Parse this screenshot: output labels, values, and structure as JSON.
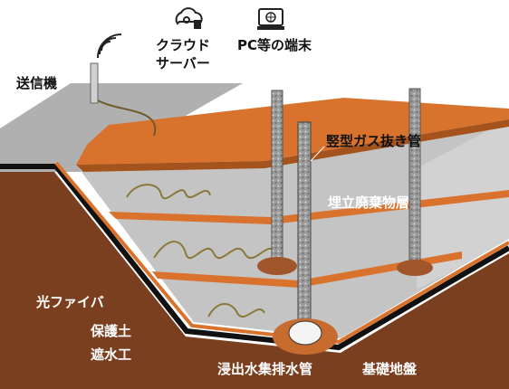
{
  "labels": {
    "transmitter": "送信機",
    "cloud_server_line1": "クラウド",
    "cloud_server_line2": "サーバー",
    "pc_terminal": "PC等の端末",
    "gas_vent_pipe": "竪型ガス抜き管",
    "landfill_waste_layer": "埋立廃棄物層",
    "optical_fiber": "光ファイバ",
    "protective_soil": "保護土",
    "impermeable_liner": "遮水工",
    "leachate_drain_pipe": "浸出水集排水管",
    "foundation_ground": "基礎地盤"
  },
  "icons": {
    "cloud_server": "cloud-server-icon",
    "pc_terminal": "laptop-globe-icon",
    "transmitter": "antenna-wave-icon"
  },
  "colors": {
    "ground_brown": "#7a3f1f",
    "orange_layer": "#d9722c",
    "waste_gray": "#c9c9c9",
    "top_gray": "#b5b5b5",
    "black_liner": "#111111",
    "fiber": "#8a7a3a"
  }
}
